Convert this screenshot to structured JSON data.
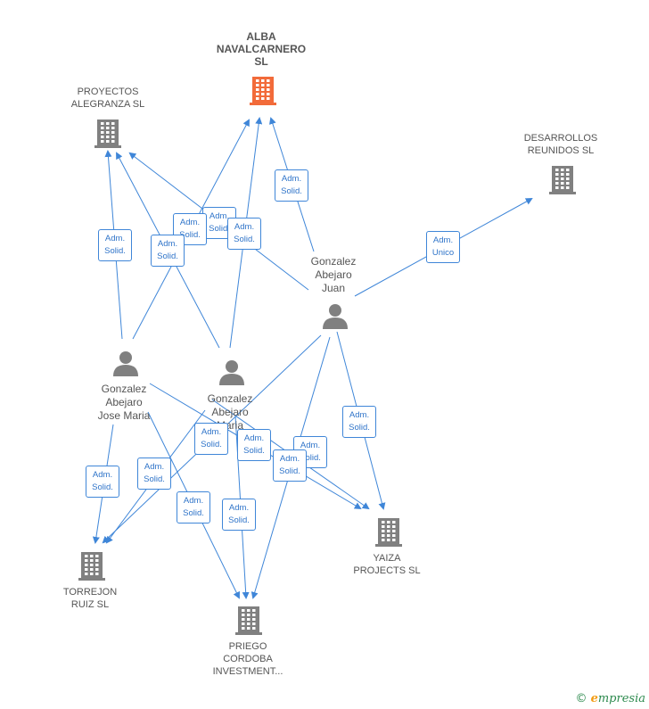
{
  "colors": {
    "edge": "#3f86d8",
    "company": "#808080",
    "focus_company": "#f26b3a",
    "person": "#808080"
  },
  "companies": {
    "alba": {
      "label": "ALBA\nNAVALCARNERO\nSL"
    },
    "proyectos": {
      "label": "PROYECTOS\nALEGRANZA  SL"
    },
    "desarrollos": {
      "label": "DESARROLLOS\nREUNIDOS SL"
    },
    "torrejon": {
      "label": "TORREJON\nRUIZ SL"
    },
    "priego": {
      "label": "PRIEGO\nCORDOBA\nINVESTMENT..."
    },
    "yaiza": {
      "label": "YAIZA\nPROJECTS  SL"
    }
  },
  "persons": {
    "juan": {
      "label": "Gonzalez\nAbejaro\nJuan"
    },
    "jose": {
      "label": "Gonzalez\nAbejaro\nJose Maria"
    },
    "maria": {
      "label": "Gonzalez\nAbejaro\nMaria"
    }
  },
  "edge_labels": {
    "adm_solid": "Adm.\nSolid.",
    "adm_unico": "Adm.\nUnico"
  },
  "footer": {
    "copyright": "©",
    "brand": "mpresia",
    "brand_initial": "e"
  }
}
